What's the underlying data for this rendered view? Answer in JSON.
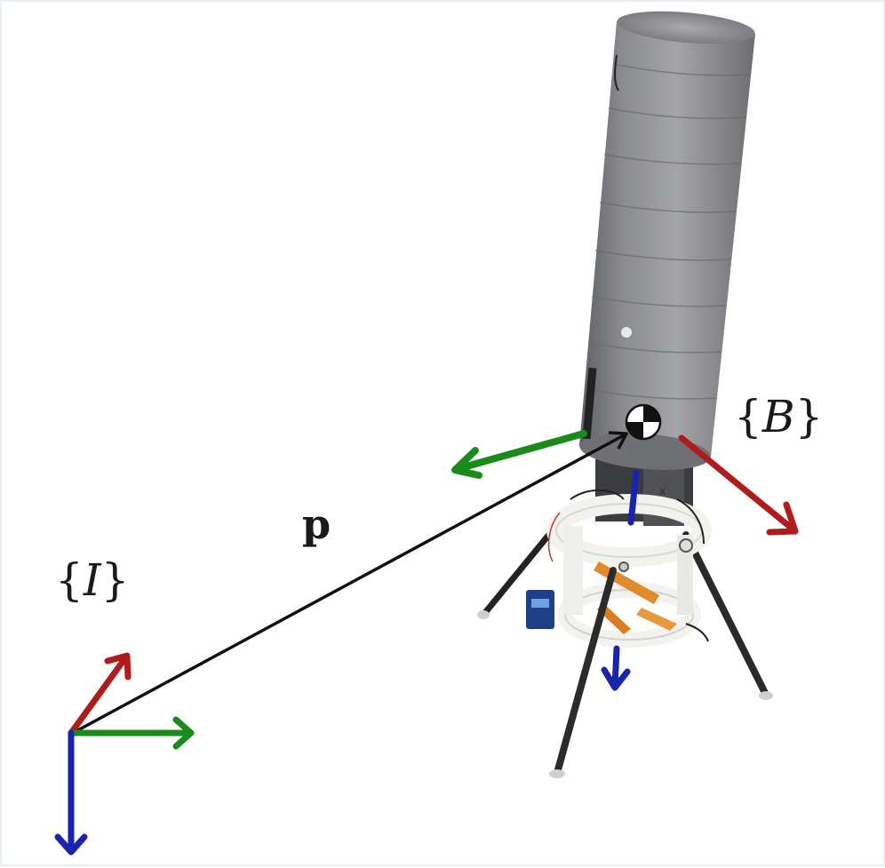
{
  "labels": {
    "inertial_frame": {
      "open": "{",
      "letter": "I",
      "close": "}"
    },
    "body_frame": {
      "open": "{",
      "letter": "B",
      "close": "}"
    },
    "position_vector": "p"
  },
  "colors": {
    "x_axis": "#b01c1c",
    "y_axis": "#1a8a1a",
    "z_axis": "#1a22b0",
    "vector": "#111111",
    "foam_body": "#8e8f92",
    "mount_ring": "#f2f2ee",
    "propeller": "#e08a2a"
  }
}
